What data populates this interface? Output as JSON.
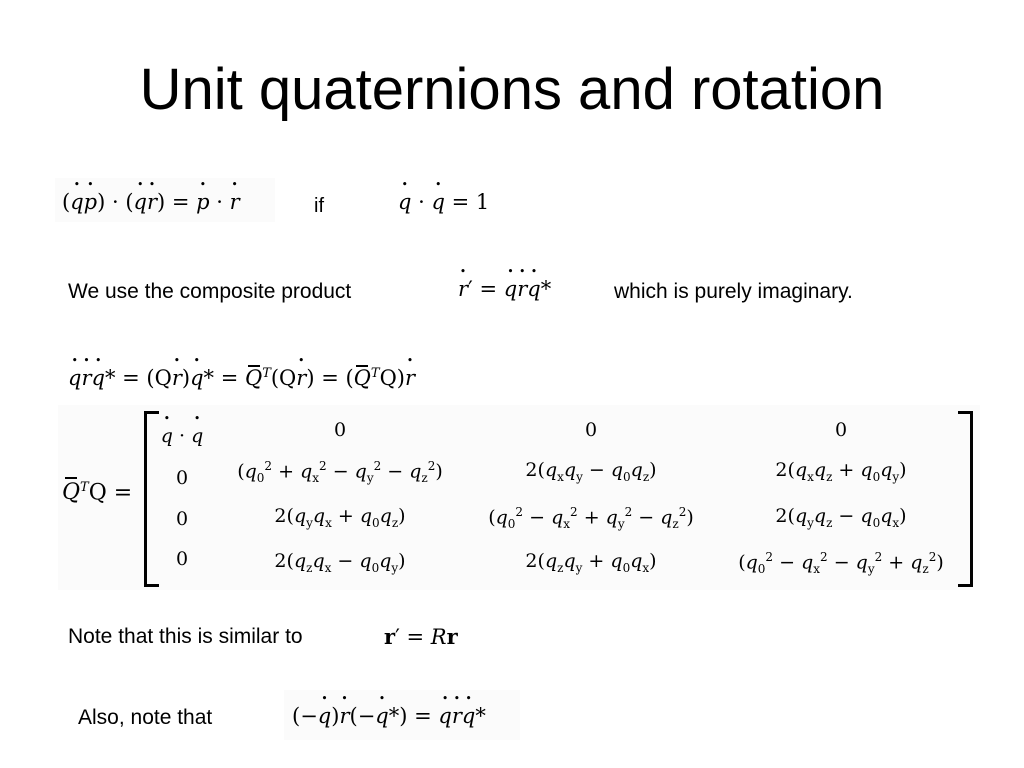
{
  "slide": {
    "title": "Unit quaternions and rotation",
    "if_label": "if",
    "composite_text": "We use the composite product",
    "imaginary_text": "which is purely imaginary.",
    "similar_text": "Note that this is similar to",
    "also_text": "Also, note that"
  },
  "matrix": {
    "rows": [
      [
        "q̇ · q̇",
        "0",
        "0",
        "0"
      ],
      [
        "0",
        "(q0² + qx² − qy² − qz²)",
        "2(qxqy − q0qz)",
        "2(qxqz + q0qy)"
      ],
      [
        "0",
        "2(qyqx + q0qz)",
        "(q0² − qx² + qy² − qz²)",
        "2(qyqz − q0qx)"
      ],
      [
        "0",
        "2(qzqx − q0qy)",
        "2(qzqy + q0qx)",
        "(q0² − qx² − qy² + qz²)"
      ]
    ]
  }
}
